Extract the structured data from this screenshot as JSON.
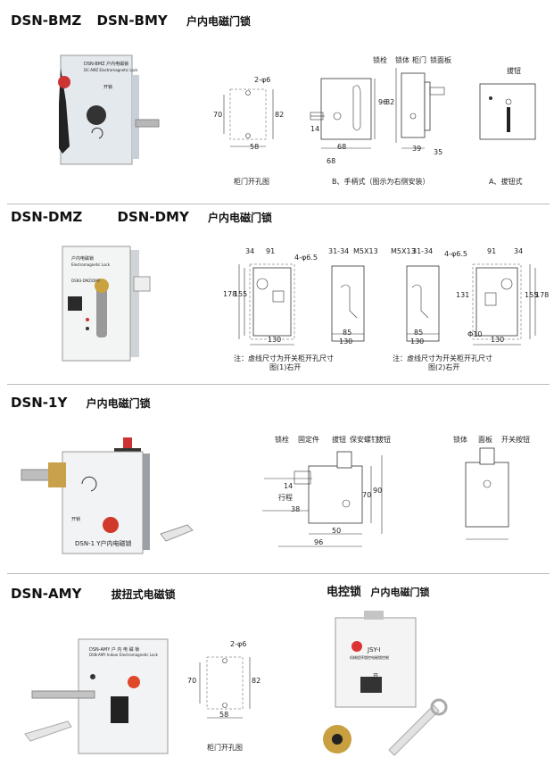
{
  "sections": [
    {
      "models": [
        "DSN-BMZ",
        "DSN-BMY"
      ],
      "title": "户内电磁门锁"
    },
    {
      "models": [
        "DSN-DMZ",
        "DSN-DMY"
      ],
      "title": "户内电磁门锁"
    },
    {
      "models": [
        "DSN-1Y"
      ],
      "title": "户内电磁门锁"
    },
    {
      "models": [
        "DSN-AMY"
      ],
      "title": "拔扭式电磁锁"
    }
  ],
  "section4_right_title": {
    "a": "电控锁",
    "b": "户内电磁门锁"
  },
  "bmz": {
    "photo_text": {
      "line1": "DSN-BMZ 户内电磁锁",
      "line2": "DC-AMZ Electromagnetic Lock",
      "btn": "开锁"
    },
    "cutout": {
      "holes": "2-φ6",
      "h_outer": "82",
      "h_inner": "70",
      "w": "58",
      "caption": "柜门开孔图"
    },
    "handle": {
      "labels": [
        "锁栓",
        "锁体",
        "柜门",
        "锁面板"
      ],
      "dims": [
        "96",
        "82",
        "14",
        "68",
        "68",
        "39",
        "35"
      ],
      "caption": "B、手柄式（图示为右侧安装）"
    },
    "knob": {
      "label": "拔钮",
      "caption": "A、拔钮式"
    }
  },
  "dmz": {
    "photo_text": {
      "line1": "户内电磁锁",
      "line2": "Electromagnetic Lock",
      "line3": "DSN3-DMZ/DMY"
    },
    "left_dims": {
      "top": [
        "34",
        "91",
        "4-φ6.5"
      ],
      "side": [
        "178",
        "155"
      ],
      "bottom": [
        "130"
      ]
    },
    "mid_dims": {
      "top1": [
        "31-34",
        "M5X13"
      ],
      "top2": [
        "M5X13",
        "31-34"
      ],
      "bottom": [
        "85",
        "130",
        "85",
        "130"
      ]
    },
    "right_dims": {
      "top": [
        "4-φ6.5",
        "91",
        "34"
      ],
      "side": [
        "131",
        "155",
        "178"
      ],
      "bottom": [
        "Φ10",
        "130"
      ]
    },
    "note1": [
      "注：虚线尺寸为开关柜开孔尺寸",
      "图(1)右开"
    ],
    "note2": [
      "注：虚线尺寸为开关柜开孔尺寸",
      "图(2)右开"
    ]
  },
  "dsn1y": {
    "photo_text": {
      "label": "DSN-1 Y户内电磁锁",
      "btn": "开锁"
    },
    "fig1": {
      "labels": [
        "锁栓",
        "固定件",
        "拔钮",
        "保安螺钉",
        "拔钮"
      ],
      "dims": [
        "14",
        "行程",
        "38",
        "50",
        "70",
        "90",
        "96"
      ]
    },
    "fig2": {
      "labels": [
        "锁体",
        "面板",
        "开关按钮"
      ]
    }
  },
  "amy": {
    "photo_text": {
      "line1": "DSN-AMY 户 内 电 磁 锁",
      "line2": "DSN-AMY Indoor Electromagnetic Lock"
    },
    "cutout": {
      "holes": "2-φ6",
      "h_outer": "82",
      "h_inner": "70",
      "w": "58",
      "caption": "柜门开孔图"
    }
  },
  "jsy": {
    "label": "JSY-I",
    "sub": "机械程序锁控电磁锁控制",
    "btn": "开"
  }
}
